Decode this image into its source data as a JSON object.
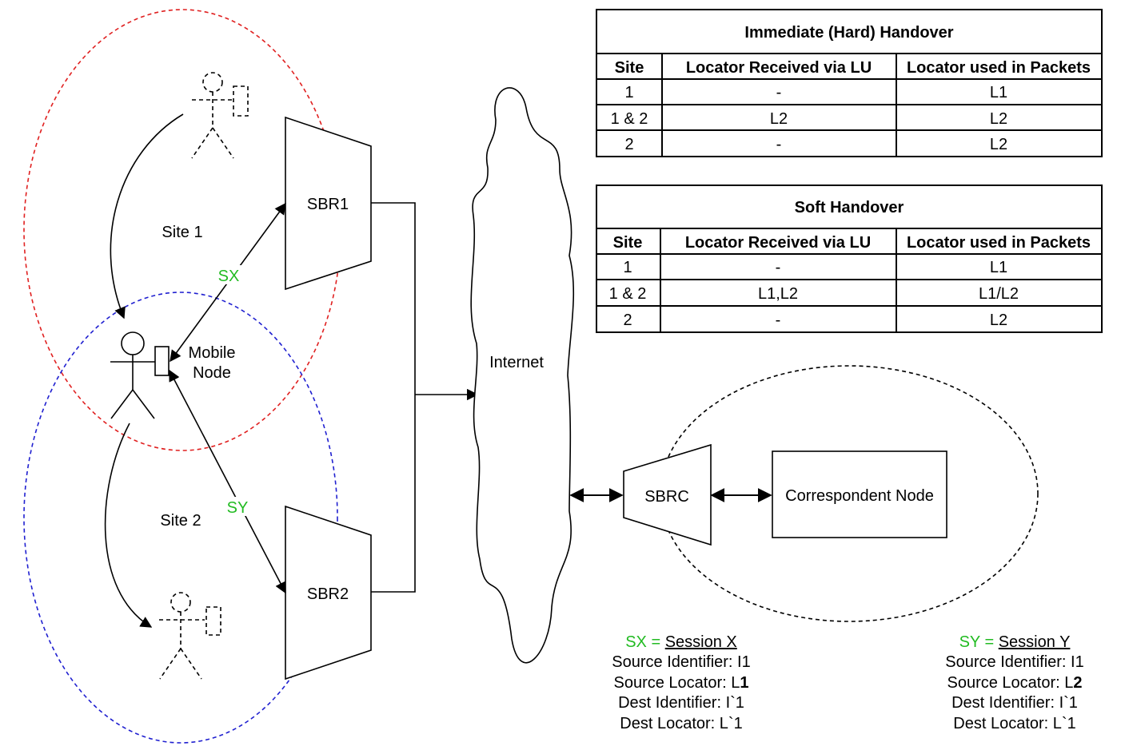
{
  "sites": {
    "site1": "Site 1",
    "site2": "Site 2"
  },
  "nodes": {
    "sbr1": "SBR1",
    "sbr2": "SBR2",
    "sbrc": "SBRC",
    "internet": "Internet",
    "correspondent": "Correspondent Node",
    "mobile_line1": "Mobile",
    "mobile_line2": "Node"
  },
  "sessions": {
    "sx": "SX",
    "sy": "SY"
  },
  "hard_table": {
    "title": "Immediate (Hard) Handover",
    "headers": [
      "Site",
      "Locator Received via LU",
      "Locator used in Packets"
    ],
    "rows": [
      [
        "1",
        "-",
        "L1"
      ],
      [
        "1 & 2",
        "L2",
        "L2"
      ],
      [
        "2",
        "-",
        "L2"
      ]
    ]
  },
  "soft_table": {
    "title": "Soft Handover",
    "headers": [
      "Site",
      "Locator Received via LU",
      "Locator used in Packets"
    ],
    "rows": [
      [
        "1",
        "-",
        "L1"
      ],
      [
        "1 & 2",
        "L1,L2",
        "L1/L2"
      ],
      [
        "2",
        "-",
        "L2"
      ]
    ]
  },
  "legend_x": {
    "abbr": "SX",
    "eq": " = ",
    "name": "Session X",
    "source_identifier": "Source Identifier: I1",
    "source_locator_prefix": "Source Locator: L",
    "source_locator_bold": "1",
    "dest_identifier": "Dest Identifier: I`1",
    "dest_locator": "Dest Locator: L`1"
  },
  "legend_y": {
    "abbr": "SY",
    "eq": " = ",
    "name": "Session Y",
    "source_identifier": "Source Identifier: I1",
    "source_locator_prefix": "Source Locator: L",
    "source_locator_bold": "2",
    "dest_identifier": "Dest Identifier: I`1",
    "dest_locator": "Dest Locator: L`1"
  },
  "colors": {
    "site1_border": "#e02020",
    "site2_border": "#2020d0",
    "session_label": "#22bb22"
  }
}
